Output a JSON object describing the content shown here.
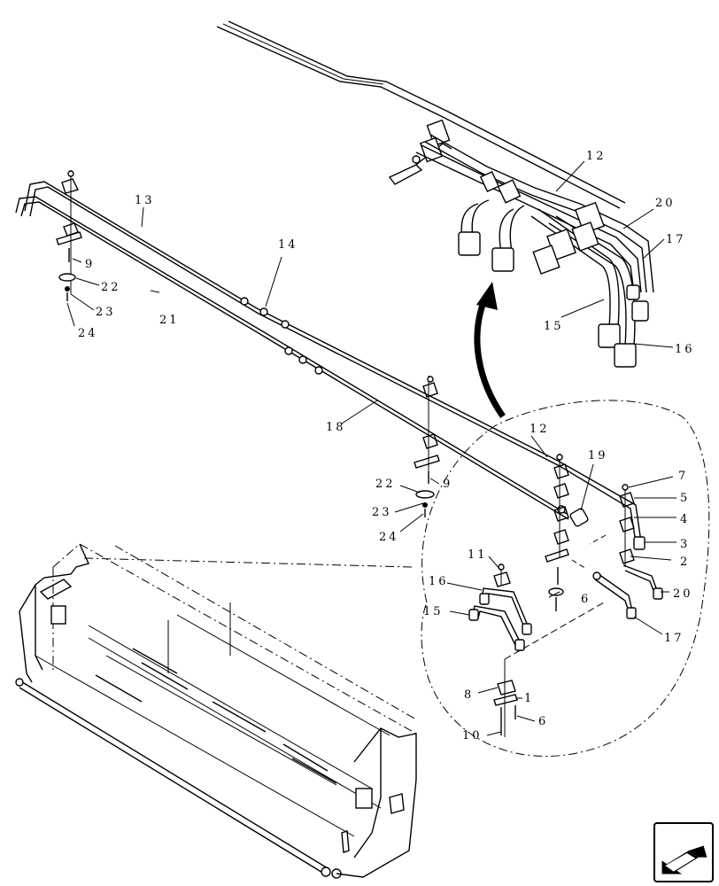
{
  "callouts": {
    "c1": "1",
    "c2": "2",
    "c3": "3",
    "c4": "4",
    "c5": "5",
    "c6a": "6",
    "c6b": "6",
    "c7": "7",
    "c8": "8",
    "c9a": "9",
    "c9b": "9",
    "c10": "10",
    "c11": "11",
    "c12a": "12",
    "c12b": "12",
    "c13": "13",
    "c14": "14",
    "c15a": "15",
    "c15b": "15",
    "c16a": "16",
    "c16b": "16",
    "c17a": "17",
    "c17b": "17",
    "c18": "18",
    "c19": "19",
    "c20a": "20",
    "c20b": "20",
    "c21": "21",
    "c22a": "22",
    "c22b": "22",
    "c23a": "23",
    "c23b": "23",
    "c24a": "24",
    "c24b": "24"
  },
  "navigation": {
    "icon": "previous-page-arrow-icon"
  }
}
